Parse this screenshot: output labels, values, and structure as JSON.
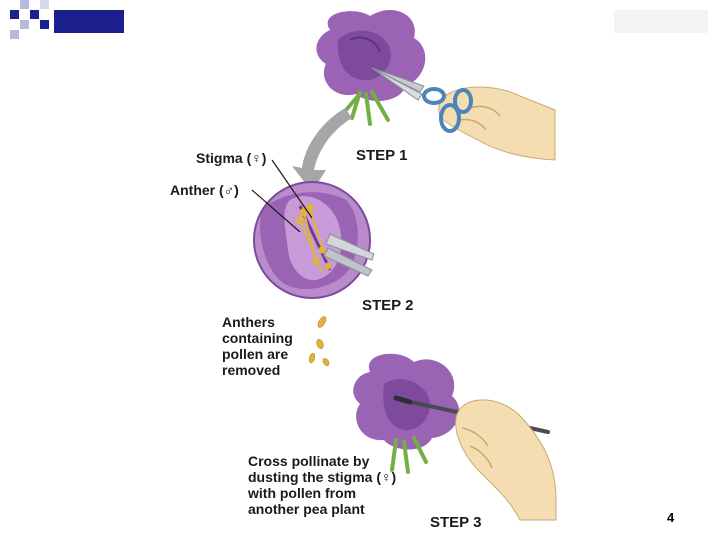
{
  "labels": {
    "stigma": "Stigma (♀)",
    "anther": "Anther (♂)",
    "step1": "STEP 1",
    "step2": "STEP 2",
    "step3": "STEP 3",
    "anthers_removed": "Anthers\ncontaining\npollen are\nremoved",
    "cross_pollinate": "Cross pollinate by\ndusting the stigma (♀)\nwith pollen from\nanother pea plant"
  },
  "page_number": "4",
  "colors": {
    "accent_navy": "#1c1f8e",
    "petal": "#9a63b4",
    "petal_dark": "#6f3f8d",
    "anther": "#e3b23c",
    "skin": "#f5ddb2",
    "scissor_blue": "#4c86b8",
    "arrow_gray": "#a6a6a6"
  },
  "icons": [
    "scissors-icon",
    "flower-icon",
    "hand-icon",
    "brush-icon",
    "curved-arrow-icon"
  ]
}
